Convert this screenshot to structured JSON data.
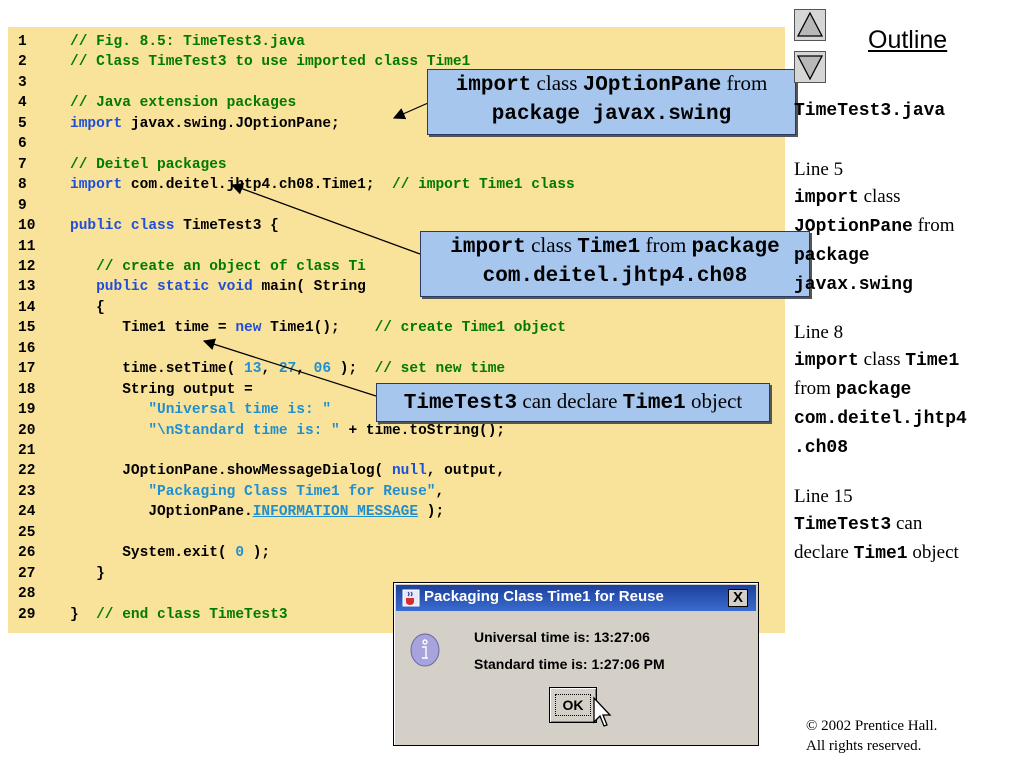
{
  "code": {
    "lines": [
      {
        "num": "1",
        "tokens": [
          {
            "t": "// Fig. 8.5: TimeTest3.java",
            "c": "comment"
          }
        ]
      },
      {
        "num": "2",
        "tokens": [
          {
            "t": "// Class TimeTest3 to use imported class Time1",
            "c": "comment"
          }
        ]
      },
      {
        "num": "3",
        "tokens": []
      },
      {
        "num": "4",
        "tokens": [
          {
            "t": "// Java extension packages",
            "c": "comment"
          }
        ]
      },
      {
        "num": "5",
        "tokens": [
          {
            "t": "import",
            "c": "keyword"
          },
          {
            "t": " javax.swing.JOptionPane;",
            "c": "plain"
          }
        ]
      },
      {
        "num": "6",
        "tokens": []
      },
      {
        "num": "7",
        "tokens": [
          {
            "t": "// Deitel packages",
            "c": "comment"
          }
        ]
      },
      {
        "num": "8",
        "tokens": [
          {
            "t": "import",
            "c": "keyword"
          },
          {
            "t": " com.deitel.jhtp4.ch08.Time1;  ",
            "c": "plain"
          },
          {
            "t": "// import Time1 class",
            "c": "comment"
          }
        ]
      },
      {
        "num": "9",
        "tokens": []
      },
      {
        "num": "10",
        "tokens": [
          {
            "t": "public class",
            "c": "keyword"
          },
          {
            "t": " TimeTest3 {",
            "c": "plain"
          }
        ]
      },
      {
        "num": "11",
        "tokens": []
      },
      {
        "num": "12",
        "tokens": [
          {
            "t": "   ",
            "c": "plain"
          },
          {
            "t": "// create an object of class Ti",
            "c": "comment"
          }
        ]
      },
      {
        "num": "13",
        "tokens": [
          {
            "t": "   ",
            "c": "plain"
          },
          {
            "t": "public static void",
            "c": "keyword"
          },
          {
            "t": " main( String",
            "c": "plain"
          }
        ]
      },
      {
        "num": "14",
        "tokens": [
          {
            "t": "   {",
            "c": "plain"
          }
        ]
      },
      {
        "num": "15",
        "tokens": [
          {
            "t": "      Time1 time = ",
            "c": "plain"
          },
          {
            "t": "new",
            "c": "keyword"
          },
          {
            "t": " Time1();    ",
            "c": "plain"
          },
          {
            "t": "// create Time1 object",
            "c": "comment"
          }
        ]
      },
      {
        "num": "16",
        "tokens": []
      },
      {
        "num": "17",
        "tokens": [
          {
            "t": "      time.setTime( ",
            "c": "plain"
          },
          {
            "t": "13",
            "c": "number"
          },
          {
            "t": ", ",
            "c": "plain"
          },
          {
            "t": "27",
            "c": "number"
          },
          {
            "t": ", ",
            "c": "plain"
          },
          {
            "t": "06",
            "c": "number"
          },
          {
            "t": " );  ",
            "c": "plain"
          },
          {
            "t": "// set new time",
            "c": "comment"
          }
        ]
      },
      {
        "num": "18",
        "tokens": [
          {
            "t": "      String output =",
            "c": "plain"
          }
        ]
      },
      {
        "num": "19",
        "tokens": [
          {
            "t": "         ",
            "c": "plain"
          },
          {
            "t": "\"Universal time is: \"",
            "c": "string"
          }
        ]
      },
      {
        "num": "20",
        "tokens": [
          {
            "t": "         ",
            "c": "plain"
          },
          {
            "t": "\"\\nStandard time is: \"",
            "c": "string"
          },
          {
            "t": " + time.toString();",
            "c": "plain"
          }
        ]
      },
      {
        "num": "21",
        "tokens": []
      },
      {
        "num": "22",
        "tokens": [
          {
            "t": "      JOptionPane.showMessageDialog( ",
            "c": "plain"
          },
          {
            "t": "null",
            "c": "keyword"
          },
          {
            "t": ", output,",
            "c": "plain"
          }
        ]
      },
      {
        "num": "23",
        "tokens": [
          {
            "t": "         ",
            "c": "plain"
          },
          {
            "t": "\"Packaging Class Time1 for Reuse\"",
            "c": "string"
          },
          {
            "t": ",",
            "c": "plain"
          }
        ]
      },
      {
        "num": "24",
        "tokens": [
          {
            "t": "         JOptionPane.",
            "c": "plain"
          },
          {
            "t": "INFORMATION_MESSAGE",
            "c": "constant"
          },
          {
            "t": " );",
            "c": "plain"
          }
        ]
      },
      {
        "num": "25",
        "tokens": []
      },
      {
        "num": "26",
        "tokens": [
          {
            "t": "      System.exit( ",
            "c": "plain"
          },
          {
            "t": "0",
            "c": "number"
          },
          {
            "t": " );",
            "c": "plain"
          }
        ]
      },
      {
        "num": "27",
        "tokens": [
          {
            "t": "   }",
            "c": "plain"
          }
        ]
      },
      {
        "num": "28",
        "tokens": []
      },
      {
        "num": "29",
        "tokens": [
          {
            "t": "}  ",
            "c": "plain"
          },
          {
            "t": "// end class TimeTest3",
            "c": "comment"
          }
        ]
      }
    ]
  },
  "callouts": {
    "c1": {
      "kw1": "import",
      "t1": " class ",
      "kw2": "JOptionPane",
      "t2": " from",
      "kw3": "package javax.swing"
    },
    "c2": {
      "kw1": "import",
      "t1": " class ",
      "kw2": "Time1",
      "t2": " from ",
      "kw3": "package",
      "kw4": "com.deitel.jhtp4.ch08"
    },
    "c3": {
      "kw1": "TimeTest3",
      "t1": " can declare ",
      "kw2": "Time1",
      "t2": " object"
    }
  },
  "sidebar": {
    "outline_label": "Outline",
    "file_name": "TimeTest3.java",
    "notes": [
      {
        "line_label": "Line 5",
        "kw1": "import",
        "t1": " class",
        "kw2": "JOptionPane",
        "t2": " from",
        "kw3": "package",
        "kw4": "javax.swing"
      },
      {
        "line_label": "Line 8",
        "kw1": "import",
        "t1": " class ",
        "kw2": "Time1",
        "t2": "from ",
        "kw3": "package",
        "kw4": "com.deitel.jhtp4",
        "kw5": ".ch08"
      },
      {
        "line_label": "Line 15",
        "kw1": "TimeTest3",
        "t1": " can",
        "t2": "declare ",
        "kw2": "Time1",
        "t3": " object"
      }
    ],
    "copyright_line1": "© 2002 Prentice Hall.",
    "copyright_line2": "All rights reserved."
  },
  "dialog": {
    "title": "Packaging Class Time1 for Reuse",
    "close_label": "X",
    "message_line1": "Universal time is: 13:27:06",
    "message_line2": "Standard time is: 1:27:06 PM",
    "ok_label": "OK"
  }
}
